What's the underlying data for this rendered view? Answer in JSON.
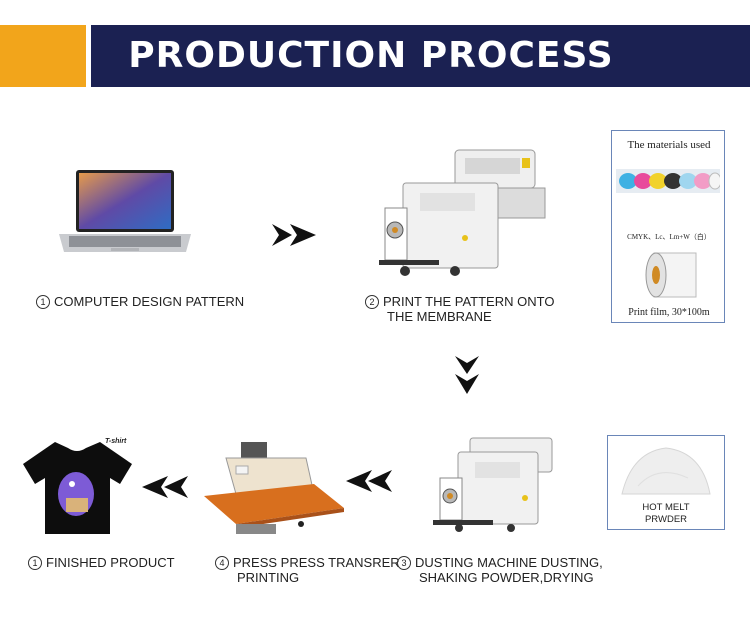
{
  "header": {
    "title": "PRODUCTION PROCESS"
  },
  "steps": [
    {
      "num": "1",
      "line1": "COMPUTER DESIGN PATTERN",
      "line2": ""
    },
    {
      "num": "2",
      "line1": "PRINT THE PATTERN ONTO",
      "line2": "THE MEMBRANE"
    },
    {
      "num": "3",
      "line1": "DUSTING MACHINE DUSTING,",
      "line2": "SHAKING POWDER,DRYING"
    },
    {
      "num": "4",
      "line1": "PRESS PRESS TRANSRER",
      "line2": "PRINTING"
    },
    {
      "num": "1",
      "line1": "FINISHED PRODUCT",
      "line2": ""
    }
  ],
  "materials": {
    "title": "The materials used",
    "inks": "CMYK、Lc、Lm+W（白）",
    "film": "Print film, 30*100m"
  },
  "powder": {
    "line1": "HOT MELT",
    "line2": "PRWDER"
  },
  "tshirt_text": "T-shirt",
  "colors": {
    "accent": "#f2a51b",
    "banner": "#1b2152",
    "frame": "#6a86b8"
  }
}
